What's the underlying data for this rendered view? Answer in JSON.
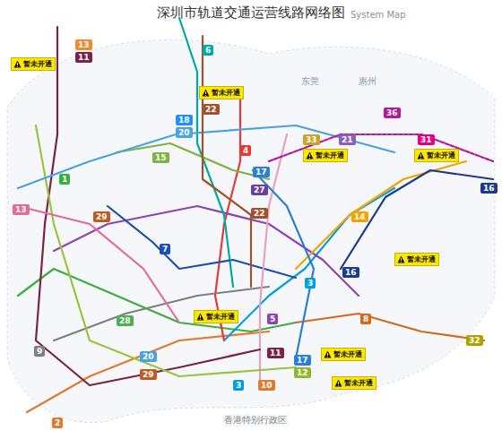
{
  "diagram": {
    "title": "深圳市轨道交通运营线路网络图",
    "nodes": [
      {
        "text": [
          "13"
        ]
      },
      {
        "text": [
          "6"
        ]
      },
      {
        "text": [
          "11"
        ]
      },
      {
        "text": [
          "暂未开通"
        ]
      },
      {
        "text": [
          "暂未开通"
        ]
      },
      {
        "text": [
          "22"
        ]
      },
      {
        "text": [
          "36"
        ]
      },
      {
        "text": [
          "18"
        ]
      },
      {
        "text": [
          "20"
        ]
      },
      {
        "text": [
          "33"
        ]
      },
      {
        "text": [
          "21"
        ]
      },
      {
        "text": [
          "31"
        ]
      },
      {
        "text": [
          "4"
        ]
      },
      {
        "text": [
          "暂未开通"
        ]
      },
      {
        "text": [
          "暂未开通"
        ]
      },
      {
        "text": [
          "15"
        ]
      },
      {
        "text": [
          "17"
        ]
      },
      {
        "text": [
          "1"
        ]
      },
      {
        "text": [
          "16"
        ]
      },
      {
        "text": [
          "27"
        ]
      },
      {
        "text": [
          "13"
        ]
      },
      {
        "text": [
          "22"
        ]
      },
      {
        "text": [
          "29"
        ]
      },
      {
        "text": [
          "14"
        ]
      },
      {
        "text": [
          "7"
        ]
      },
      {
        "text": [
          "暂未开通"
        ]
      },
      {
        "text": [
          "16"
        ]
      },
      {
        "text": [
          "3"
        ]
      },
      {
        "text": [
          "暂未开通"
        ]
      },
      {
        "text": [
          "5"
        ]
      },
      {
        "text": [
          "8"
        ]
      },
      {
        "text": [
          "28"
        ]
      },
      {
        "text": [
          "32"
        ]
      },
      {
        "text": [
          "9"
        ]
      },
      {
        "text": [
          "11"
        ]
      },
      {
        "text": [
          "暂未开通"
        ]
      },
      {
        "text": [
          "20"
        ]
      },
      {
        "text": [
          "17"
        ]
      },
      {
        "text": [
          "12"
        ]
      },
      {
        "text": [
          "29"
        ]
      },
      {
        "text": [
          "暂未开通"
        ]
      },
      {
        "text": [
          "3"
        ]
      },
      {
        "text": [
          "10"
        ]
      },
      {
        "text": [
          "2"
        ]
      }
    ],
    "labels": [
      "System Map",
      "东莞",
      "惠州",
      "香港特别行政区"
    ]
  }
}
